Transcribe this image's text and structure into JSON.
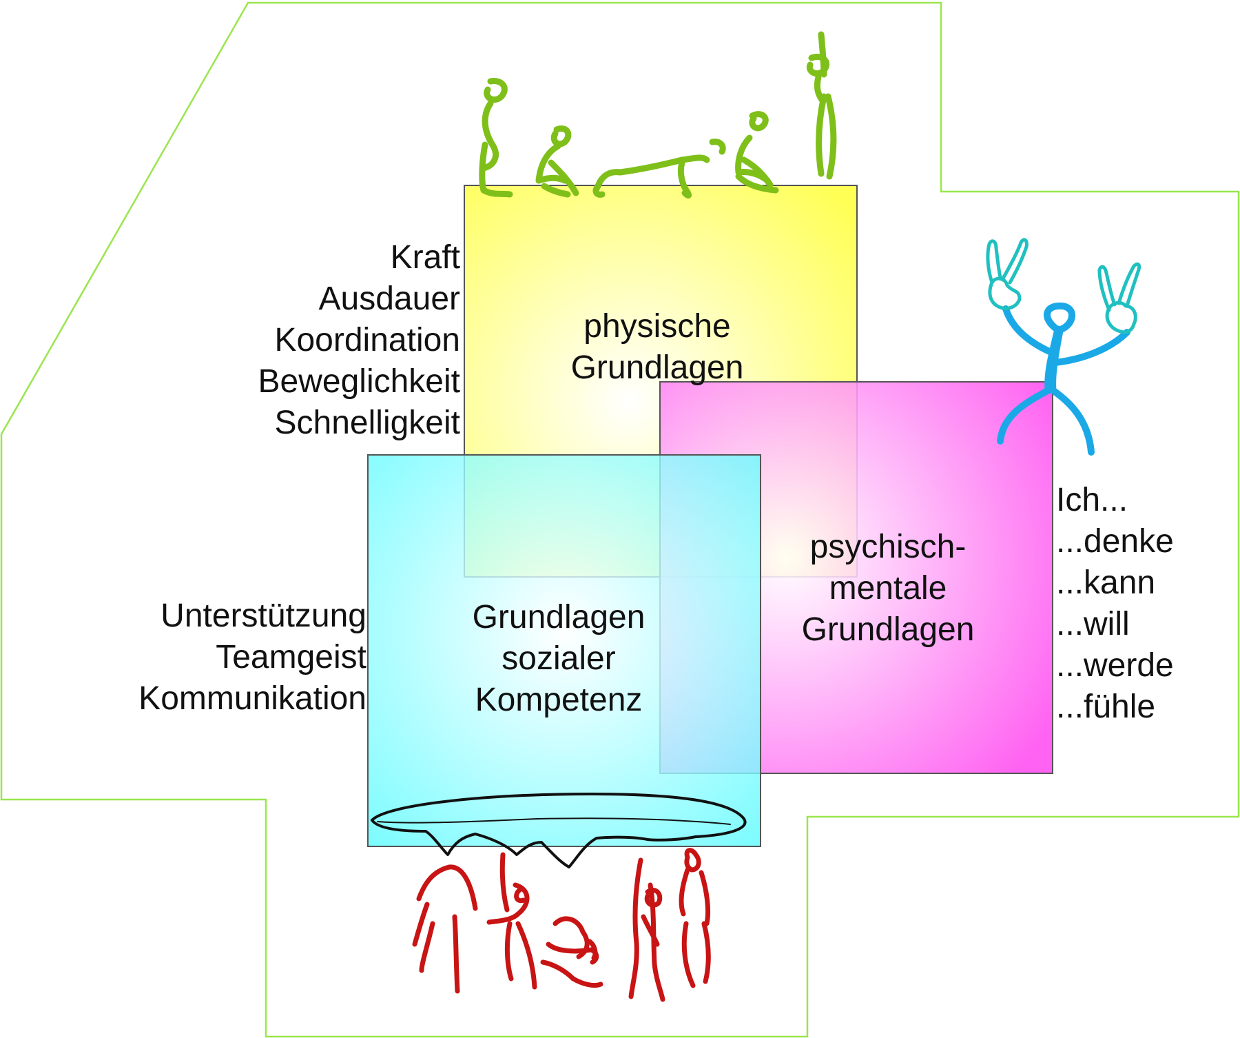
{
  "colors": {
    "outline_green": "#99e64d",
    "physical_yellow": "#ffff55",
    "mental_magenta": "#ff4df0",
    "social_cyan": "#4dfbff",
    "figure_green": "#a6e83a",
    "figure_blue": "#1aa9e6",
    "figure_teal": "#21c0c0",
    "figure_red": "#c81414",
    "box_border": "#555555"
  },
  "icons": {
    "physical": "yoga-figures-icon",
    "mental": "victory-stick-figure-icon",
    "social": "group-lifting-figures-icon"
  },
  "physical": {
    "title": [
      "physische",
      "Grundlagen"
    ],
    "attributes": [
      "Kraft",
      "Ausdauer",
      "Koordination",
      "Beweglichkeit",
      "Schnelligkeit"
    ]
  },
  "mental": {
    "title": [
      "psychisch-",
      "mentale",
      "Grundlagen"
    ],
    "attributes": [
      "Ich...",
      "...denke",
      "...kann",
      "...will",
      "...werde",
      "...fühle"
    ]
  },
  "social": {
    "title": [
      "Grundlagen",
      "sozialer",
      "Kompetenz"
    ],
    "attributes": [
      "Unterstützung",
      "Teamgeist",
      "Kommunikation"
    ]
  }
}
